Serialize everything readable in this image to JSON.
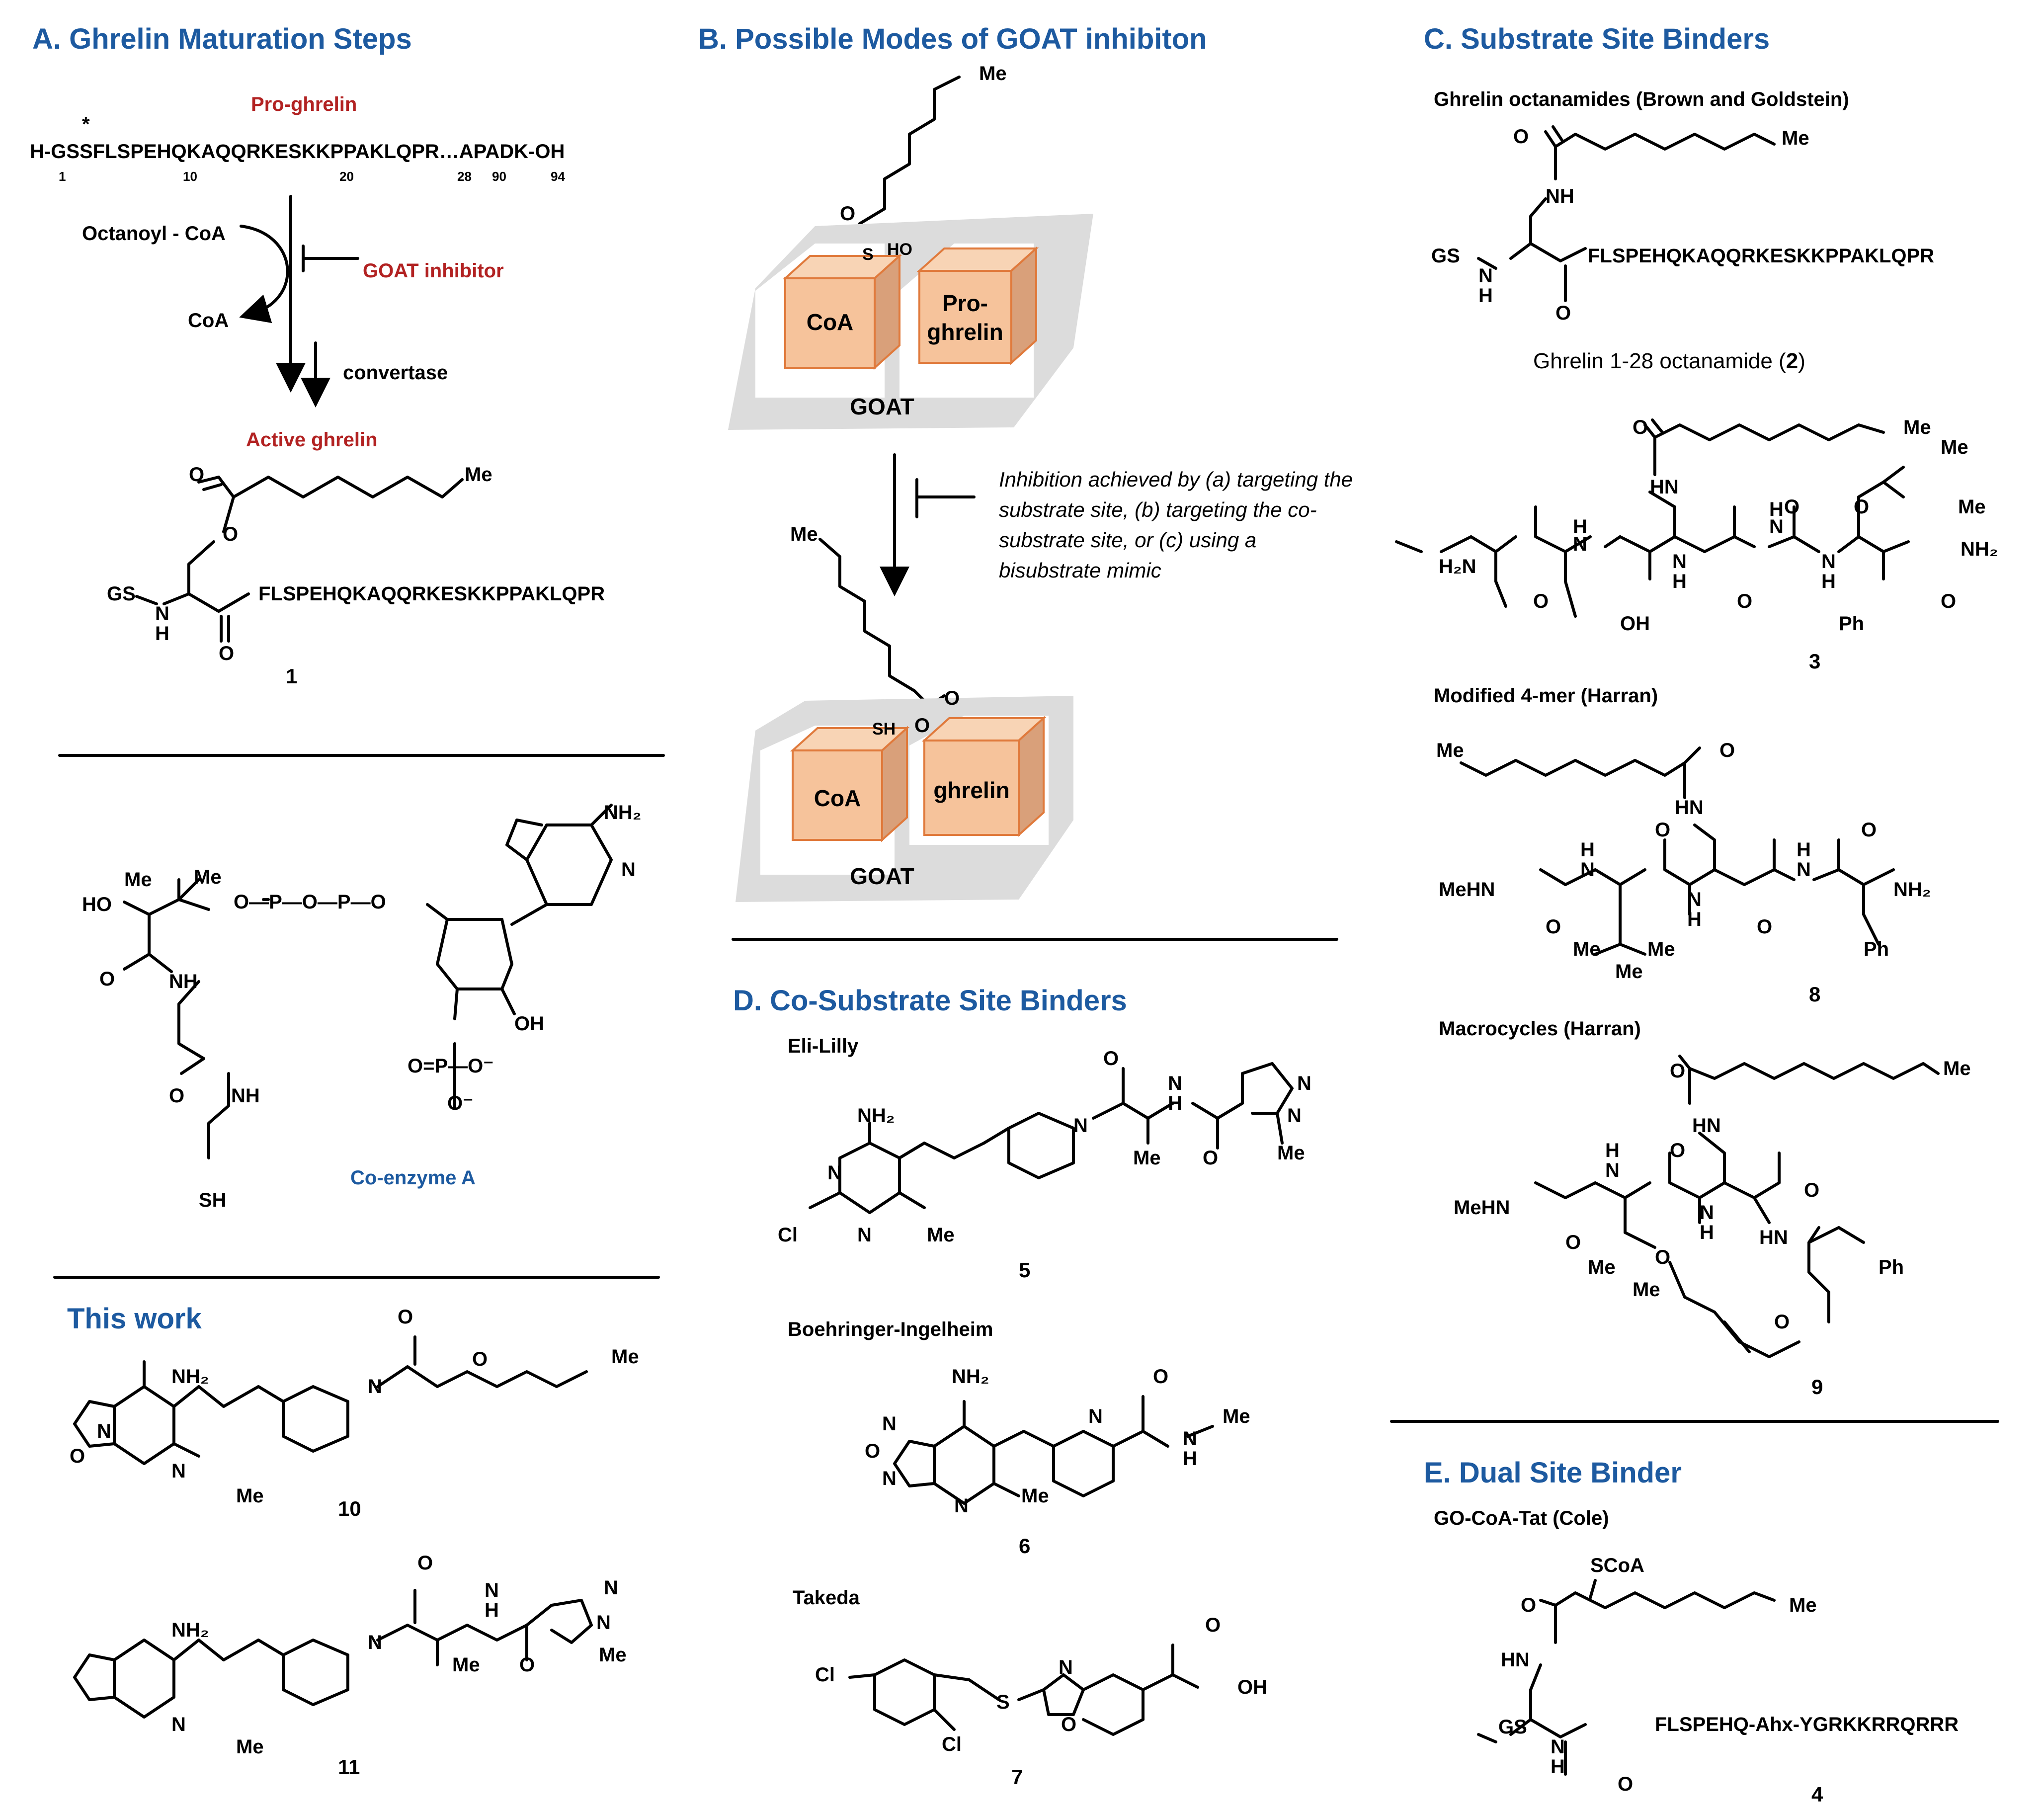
{
  "panelA": {
    "title": "A. Ghrelin Maturation Steps",
    "pro_ghrelin_label": "Pro-ghrelin",
    "star": "*",
    "sequence": "H-GSSFLSPEHQKAQQRKESKKPPAKLQPR…APADK-OH",
    "positions": [
      "1",
      "10",
      "20",
      "28",
      "90",
      "94"
    ],
    "octanoyl_coa": "Octanoyl - CoA",
    "coa": "CoA",
    "goat_inhibitor": "GOAT inhibitor",
    "convertase": "convertase",
    "active_ghrelin": "Active ghrelin",
    "active_seq": "FLSPEHQKAQQRKESKKPPAKLQPR",
    "gs": "GS",
    "me": "Me",
    "compound": "1"
  },
  "coenzyme": {
    "label": "Co-enzyme A",
    "atoms": {
      "nh2": "NH₂",
      "ho": "HO",
      "me1": "Me",
      "me2": "Me",
      "o": "O",
      "nh": "NH",
      "sh": "SH",
      "oh": "OH",
      "p": "P",
      "n": "N"
    }
  },
  "thiswork": {
    "title": "This work",
    "compounds": [
      "10",
      "11"
    ]
  },
  "panelB": {
    "title": "B. Possible Modes of GOAT inhibiton",
    "me": "Me",
    "coa_box": "CoA",
    "proghrelin_box": "Pro-ghrelin",
    "ghrelin_box": "ghrelin",
    "goat": "GOAT",
    "s": "S",
    "ho": "HO",
    "sh": "SH",
    "o": "O",
    "inhibition_text": "Inhibition achieved by (a) targeting the substrate site, (b) targeting the co-substrate site, or (c) using a bisubstrate mimic"
  },
  "panelC": {
    "title": "C. Substrate Site Binders",
    "sub1": "Ghrelin octanamides (Brown and Goldstein)",
    "seq": "FLSPEHQKAQQRKESKKPPAKLQPR",
    "caption2": "Ghrelin 1-28 octanamide (",
    "caption2_num": "2",
    "caption2_end": ")",
    "compound3": "3",
    "sub2": "Modified 4-mer (Harran)",
    "compound8": "8",
    "sub3": "Macrocycles (Harran)",
    "compound9": "9"
  },
  "panelD": {
    "title": "D. Co-Substrate Site Binders",
    "eli": "Eli-Lilly",
    "compound5": "5",
    "bi": "Boehringer-Ingelheim",
    "compound6": "6",
    "takeda": "Takeda",
    "compound7": "7"
  },
  "panelE": {
    "title": "E. Dual Site Binder",
    "sub": "GO-CoA-Tat (Cole)",
    "scoa": "SCoA",
    "seq": "FLSPEHQ-Ahx-YGRKKRRQRRR",
    "compound4": "4"
  },
  "colors": {
    "heading": "#1d5aa0",
    "red": "#b22222",
    "box_fill": "#f6c39b",
    "box_edge": "#e07a3c",
    "tray": "#dcdcdc"
  }
}
